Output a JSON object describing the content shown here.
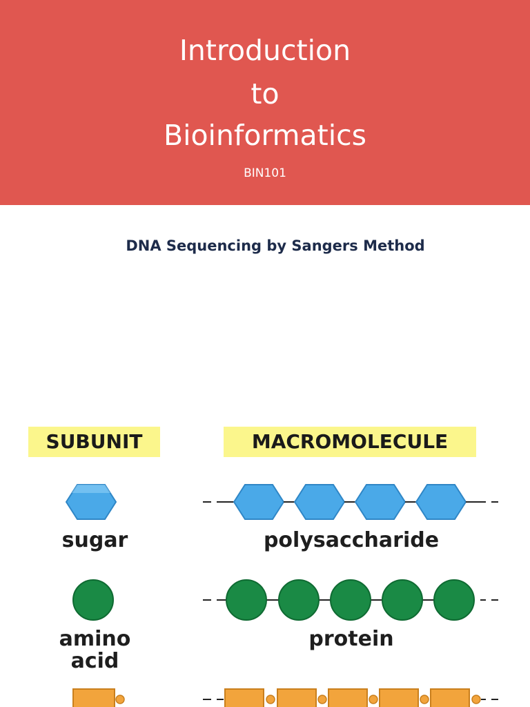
{
  "slide": {
    "title_line1": "Introduction",
    "title_line2": "to",
    "title_line3": "Bioinformatics",
    "course_code": "BIN101",
    "subtitle": "DNA Sequencing by Sangers Method"
  },
  "figure": {
    "subunit_header": "SUBUNIT",
    "macromolecule_header": "MACROMOLECULE",
    "rows": [
      {
        "subunit": "sugar",
        "macromolecule": "polysaccharide",
        "shape": "hexagon-icon",
        "color": "#4aa9e8"
      },
      {
        "subunit_line1": "amino",
        "subunit_line2": "acid",
        "macromolecule": "protein",
        "shape": "circle-icon",
        "color": "#1a8a45"
      },
      {
        "shape": "rectangle-icon",
        "color": "#f2a43c"
      }
    ]
  },
  "colors": {
    "banner": "#e05750",
    "header_highlight": "#fbf68c",
    "subtitle_text": "#1d2b4a"
  }
}
